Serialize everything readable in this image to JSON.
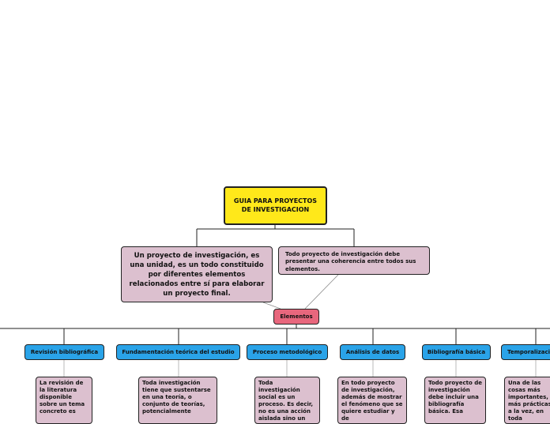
{
  "root": {
    "title": "GUIA PARA PROYECTOS DE INVESTIGACION"
  },
  "notes": {
    "definition": "Un proyecto de investigación, es una unidad, es un todo constituido por diferentes elementos relacionados entre sí para elaborar un proyecto final.",
    "coherence": "Todo proyecto de investigación debe presentar una coherencia entre todos sus elementos."
  },
  "hub": {
    "label": "Elementos"
  },
  "categories": [
    {
      "label": "Revisión bibliográfica",
      "text": "La revisión de la literatura disponible sobre un tema concreto es"
    },
    {
      "label": "Fundamentación teórica del estudio",
      "text": "Toda investigación tiene que sustentarse en una teoría, o conjunto de teorías, potencialmente"
    },
    {
      "label": "Proceso metodológico",
      "text": "Toda investigación social es un proceso. Es decir, no es una acción aislada sino un"
    },
    {
      "label": "Análisis de datos",
      "text": "En todo proyecto de investigación, además de mostrar el fenómeno que se quiere estudiar y de"
    },
    {
      "label": "Bibliografía básica",
      "text": "Todo proyecto de investigación debe incluir una bibliografía básica. Esa"
    },
    {
      "label": "Temporalización",
      "text": "Una de las cosas más importantes, y más prácticas a la vez, en toda"
    }
  ],
  "colors": {
    "root": "#ffe81a",
    "note": "#dcc0cf",
    "hub": "#e8677d",
    "category": "#2aa3e8",
    "line": "#222222"
  }
}
